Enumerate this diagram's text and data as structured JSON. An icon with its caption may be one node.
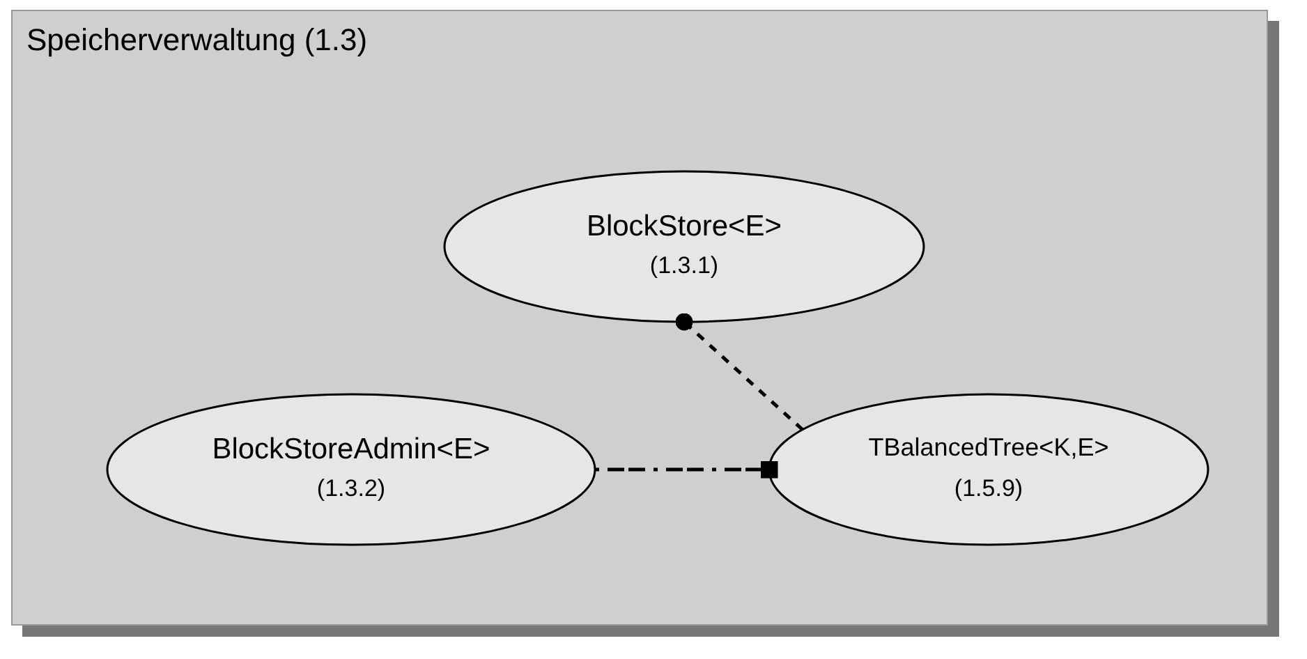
{
  "diagram": {
    "nodes": [
      {
        "text": [
          "Speicherverwaltung (1.3)"
        ]
      },
      {
        "text": [
          "BlockStore<E>",
          "(1.3.1)"
        ],
        "in": 0
      },
      {
        "text": [
          "BlockStoreAdmin<E>",
          "(1.3.2)"
        ],
        "in": 0
      },
      {
        "text": [
          "TBalancedTree<K,E>",
          "(1.5.9)"
        ],
        "in": 0
      }
    ],
    "edges": [
      {
        "from": 3,
        "to": 1,
        "arrow": "other",
        "style": "dashed"
      },
      {
        "from": 2,
        "to": 3,
        "arrow": "other",
        "style": "dashed"
      }
    ]
  }
}
